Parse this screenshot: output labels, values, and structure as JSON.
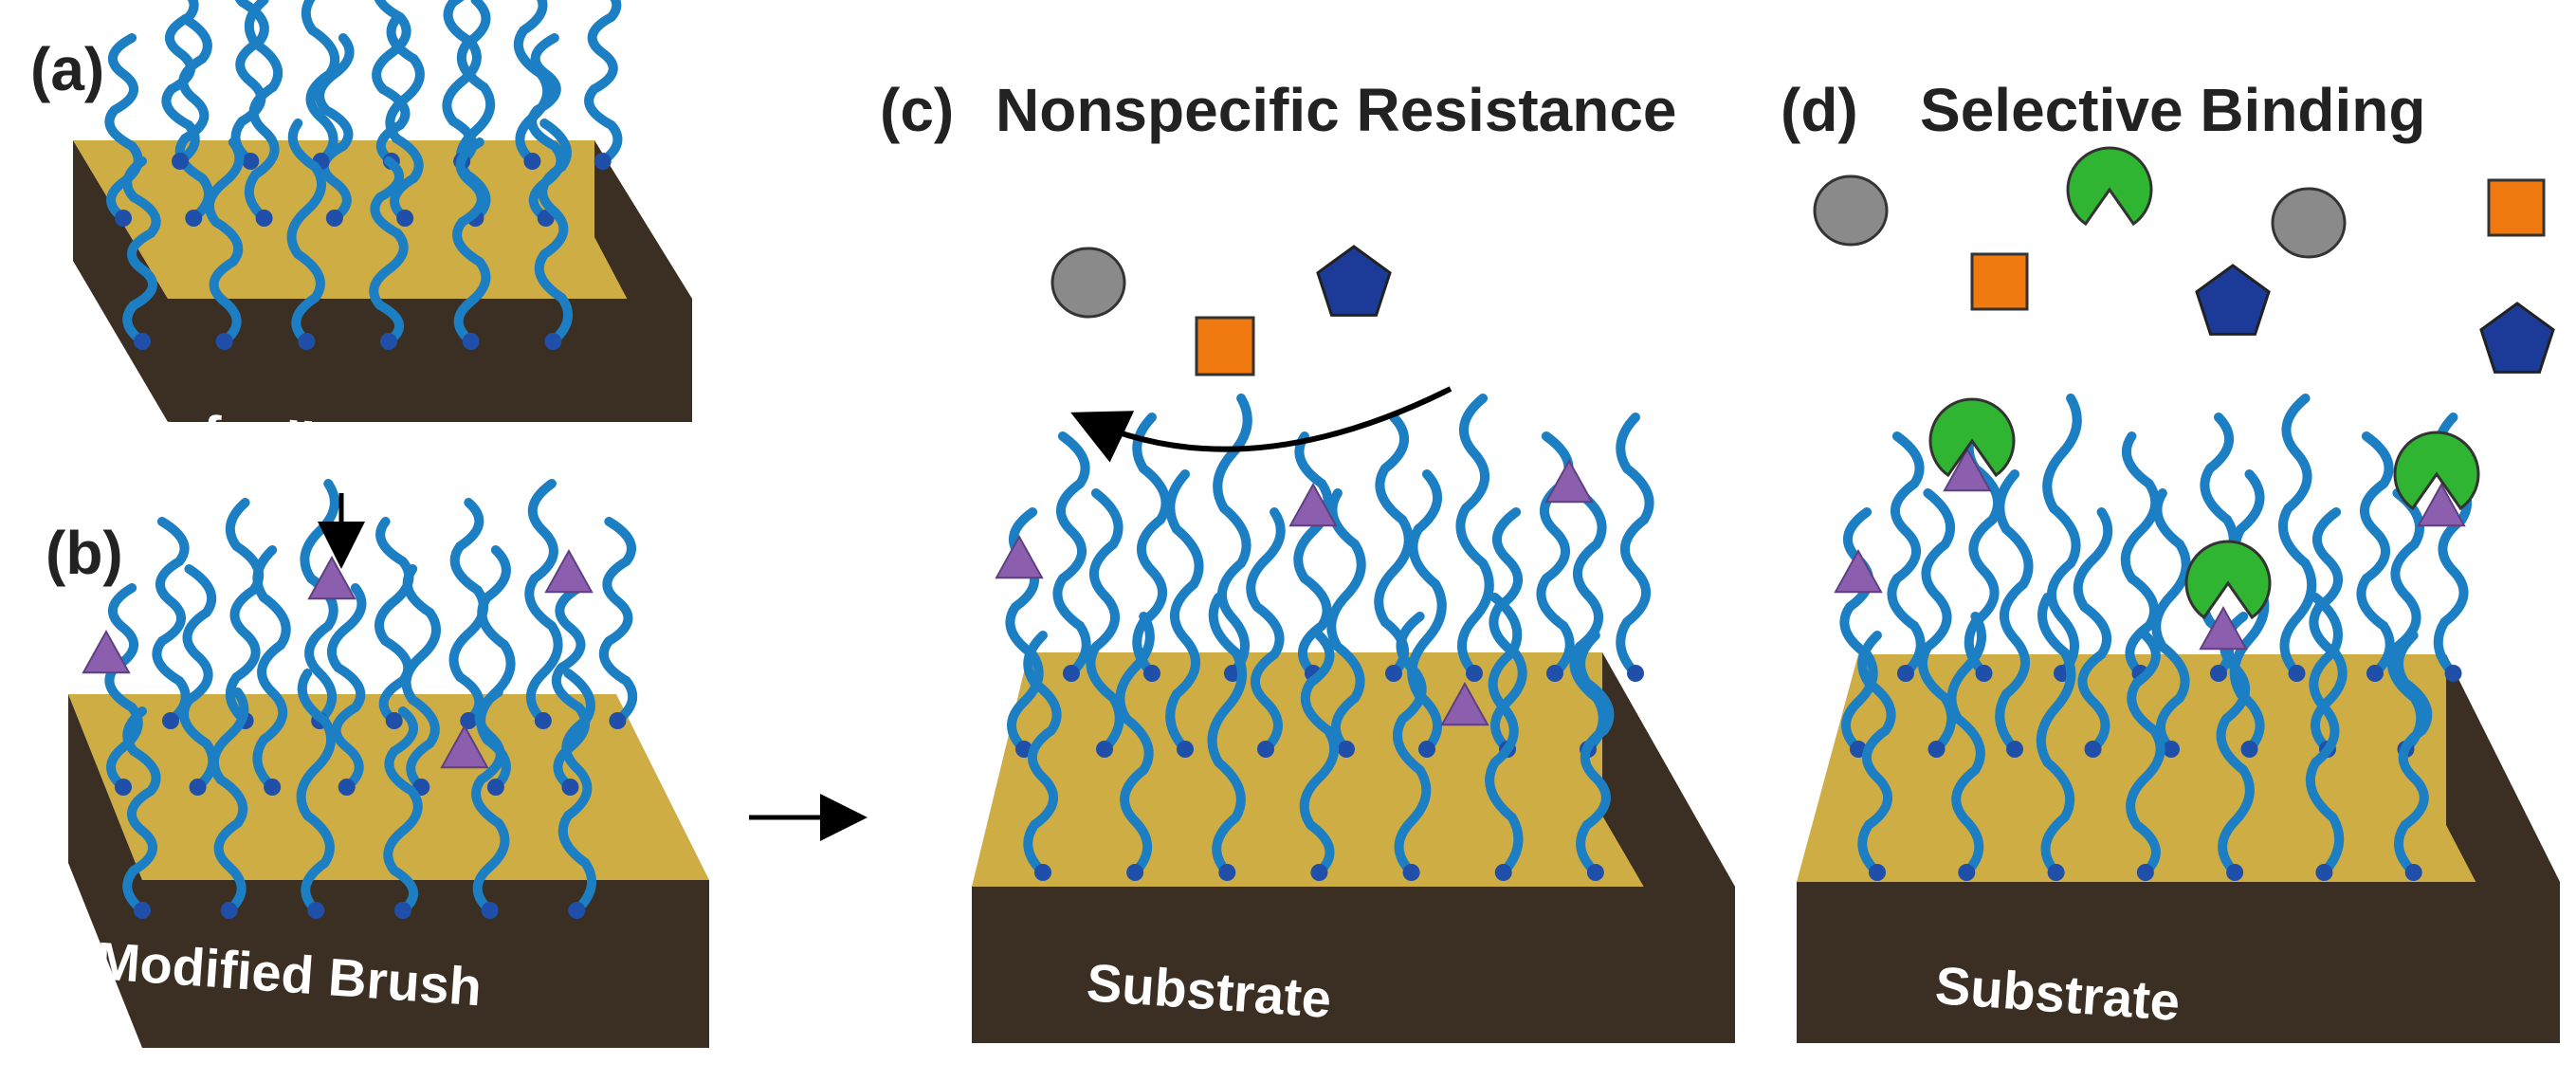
{
  "labels": {
    "a": "(a)",
    "b": "(b)",
    "c": "(c)",
    "c_title": "Nonspecific Resistance",
    "d": "(d)",
    "d_title": "Selective Binding"
  },
  "blocks": {
    "a": "Low fouling Brush",
    "b": "Modified Brush",
    "c": "Substrate",
    "d": "Substrate"
  },
  "colors": {
    "substrate_top": "#cfad45",
    "substrate_side": "#3a2f22",
    "brush": "#1d7fc3",
    "anchor": "#1f4fa8",
    "ligand": "#8b5fae",
    "receptor": "#2fb531",
    "nonspecific_circle": "#8a8a8a",
    "nonspecific_square": "#f07a10",
    "nonspecific_pentagon": "#1c3b99",
    "label_text": "#ffffff"
  },
  "icons": [
    "triangle-ligand-icon",
    "receptor-pacman-icon",
    "gray-circle-icon",
    "orange-square-icon",
    "blue-pentagon-icon",
    "curved-arrow-icon",
    "down-arrow-icon",
    "right-arrow-icon"
  ]
}
